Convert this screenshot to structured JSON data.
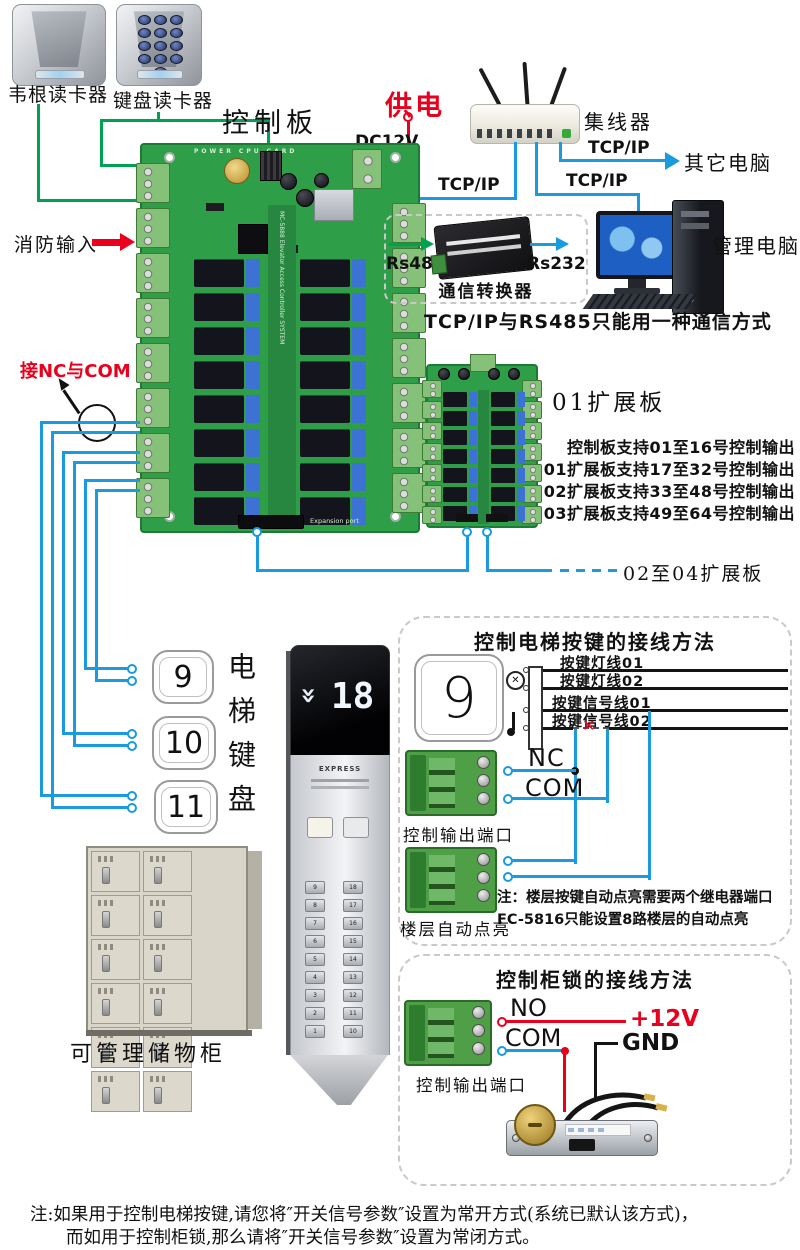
{
  "colors": {
    "blue": "#1b9ade",
    "green": "#00a150",
    "red": "#e8001c",
    "pcb_green": "#2f9e49"
  },
  "icons": {
    "cross": "✕",
    "chevron_double": "«"
  },
  "readers": {
    "wiegand": "韦根读卡器",
    "keypad": "键盘读卡器"
  },
  "control_board": {
    "title": "控制板",
    "power_label": "供电",
    "dc_label": "DC12V",
    "silk_top": "POWER CPU CARD",
    "silk_center": "MC-5888 Elevator Access Controller SYSTEM",
    "expansion_port": "Expansion port"
  },
  "fire_input": "消防输入",
  "nc_com_note": "接NC与COM",
  "network": {
    "hub": "集线器",
    "tcpip": "TCP/IP",
    "other_pc": "其它电脑",
    "mgmt_pc": "管理电脑",
    "note": "TCP/IP与RS485只能用一种通信方式"
  },
  "converter": {
    "rs485": "Rs485",
    "rs232": "Rs232",
    "label": "通信转换器"
  },
  "expansion": {
    "board01": "01扩展板",
    "boards0204": "02至04扩展板",
    "support_lines": [
      "控制板支持01至16号控制输出",
      "01扩展板支持17至32号控制输出",
      "02扩展板支持33至48号控制输出",
      "03扩展板支持49至64号控制输出"
    ]
  },
  "keypad": {
    "label": "电梯键盘",
    "buttons": [
      "9",
      "10",
      "11"
    ]
  },
  "panel": {
    "display": "18",
    "brand": "EXPRESS",
    "left_buttons": [
      "9",
      "8",
      "7",
      "6",
      "5",
      "4",
      "3",
      "2",
      "1"
    ],
    "right_buttons": [
      "18",
      "17",
      "16",
      "15",
      "14",
      "13",
      "12",
      "11",
      "10"
    ]
  },
  "cabinet": {
    "label": "可管理储物柜"
  },
  "box1": {
    "title": "控制电梯按键的接线方法",
    "button": "9",
    "wires": [
      "按键灯线01",
      "按键灯线02",
      "按键信号线01",
      "按键信号线02"
    ],
    "nc": "NC",
    "com": "COM",
    "port1": "控制输出端口",
    "port2": "楼层自动点亮",
    "note1": "注：楼层按键自动点亮需要两个继电器端口",
    "note2": "FC-5816只能设置8路楼层的自动点亮"
  },
  "box2": {
    "title": "控制柜锁的接线方法",
    "no": "NO",
    "com": "COM",
    "v12": "+12V",
    "gnd": "GND",
    "port": "控制输出端口"
  },
  "footnote": {
    "line1": "注:如果用于控制电梯按键,请您将″开关信号参数″设置为常开方式(系统已默认该方式)，",
    "line2": "而如用于控制柜锁,那么请将″开关信号参数″设置为常闭方式。"
  }
}
